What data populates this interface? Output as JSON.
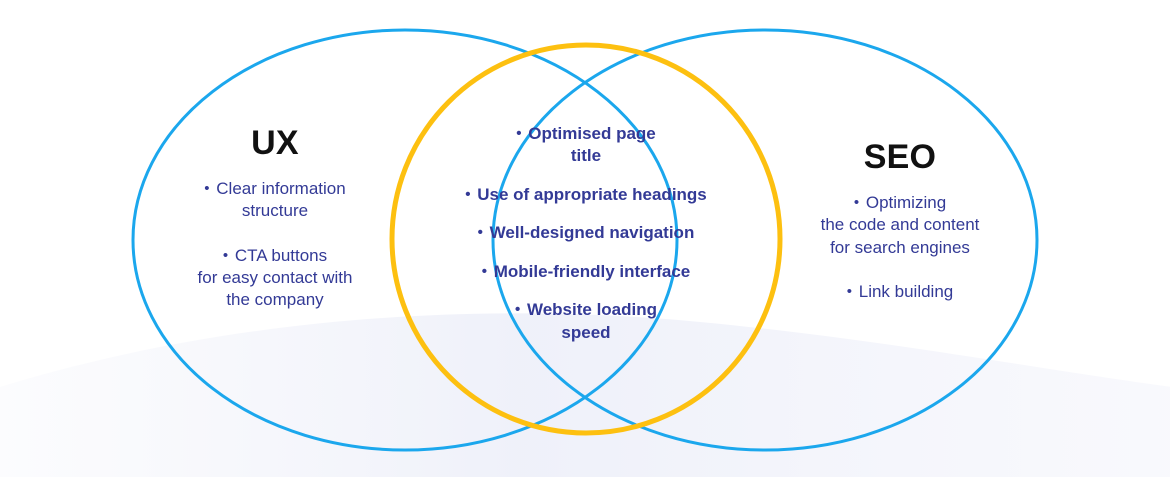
{
  "diagram": {
    "type": "venn",
    "title_left": "UX",
    "title_right": "SEO",
    "colors": {
      "left_circle_stroke": "#1BA7ED",
      "right_circle_stroke": "#1BA7ED",
      "center_circle_stroke": "#FDC010",
      "bullet_text": "#333A96",
      "title_text": "#111111",
      "background": "#FFFFFF",
      "background_swoosh": "#EFF1FA"
    },
    "bullet_glyph": "•"
  },
  "left": {
    "title": "UX",
    "items": [
      "Clear information\nstructure",
      "CTA buttons\nfor easy contact with\nthe company"
    ]
  },
  "center": {
    "items": [
      "Optimised page\ntitle",
      "Use of appropriate headings",
      "Well-designed navigation",
      "Mobile-friendly interface",
      "Website loading\nspeed"
    ]
  },
  "right": {
    "title": "SEO",
    "items": [
      "Optimizing\nthe code and content\nfor search engines",
      "Link building"
    ]
  }
}
